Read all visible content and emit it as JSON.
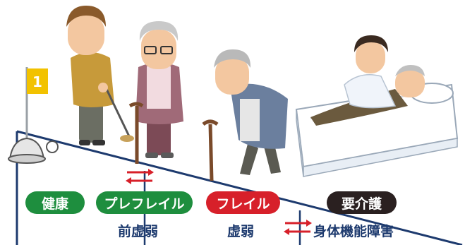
{
  "flag": {
    "number": "1"
  },
  "stages": [
    {
      "label": "健康",
      "color": "#1e8e3e"
    },
    {
      "label": "プレフレイル",
      "color": "#1e8e3e"
    },
    {
      "label": "フレイル",
      "color": "#d7202a"
    },
    {
      "label": "要介護",
      "color": "#2a2020"
    }
  ],
  "sublabels": {
    "pre_frailty": "前虚弱",
    "frailty": "虚弱",
    "disability": "身体機能障害"
  },
  "colors": {
    "slope_line": "#1d3a6e",
    "arrow": "#d7202a"
  },
  "icons": [
    "golf-flag-icon",
    "golf-cup-icon",
    "golf-ball-icon",
    "bidirectional-arrow-icon"
  ]
}
